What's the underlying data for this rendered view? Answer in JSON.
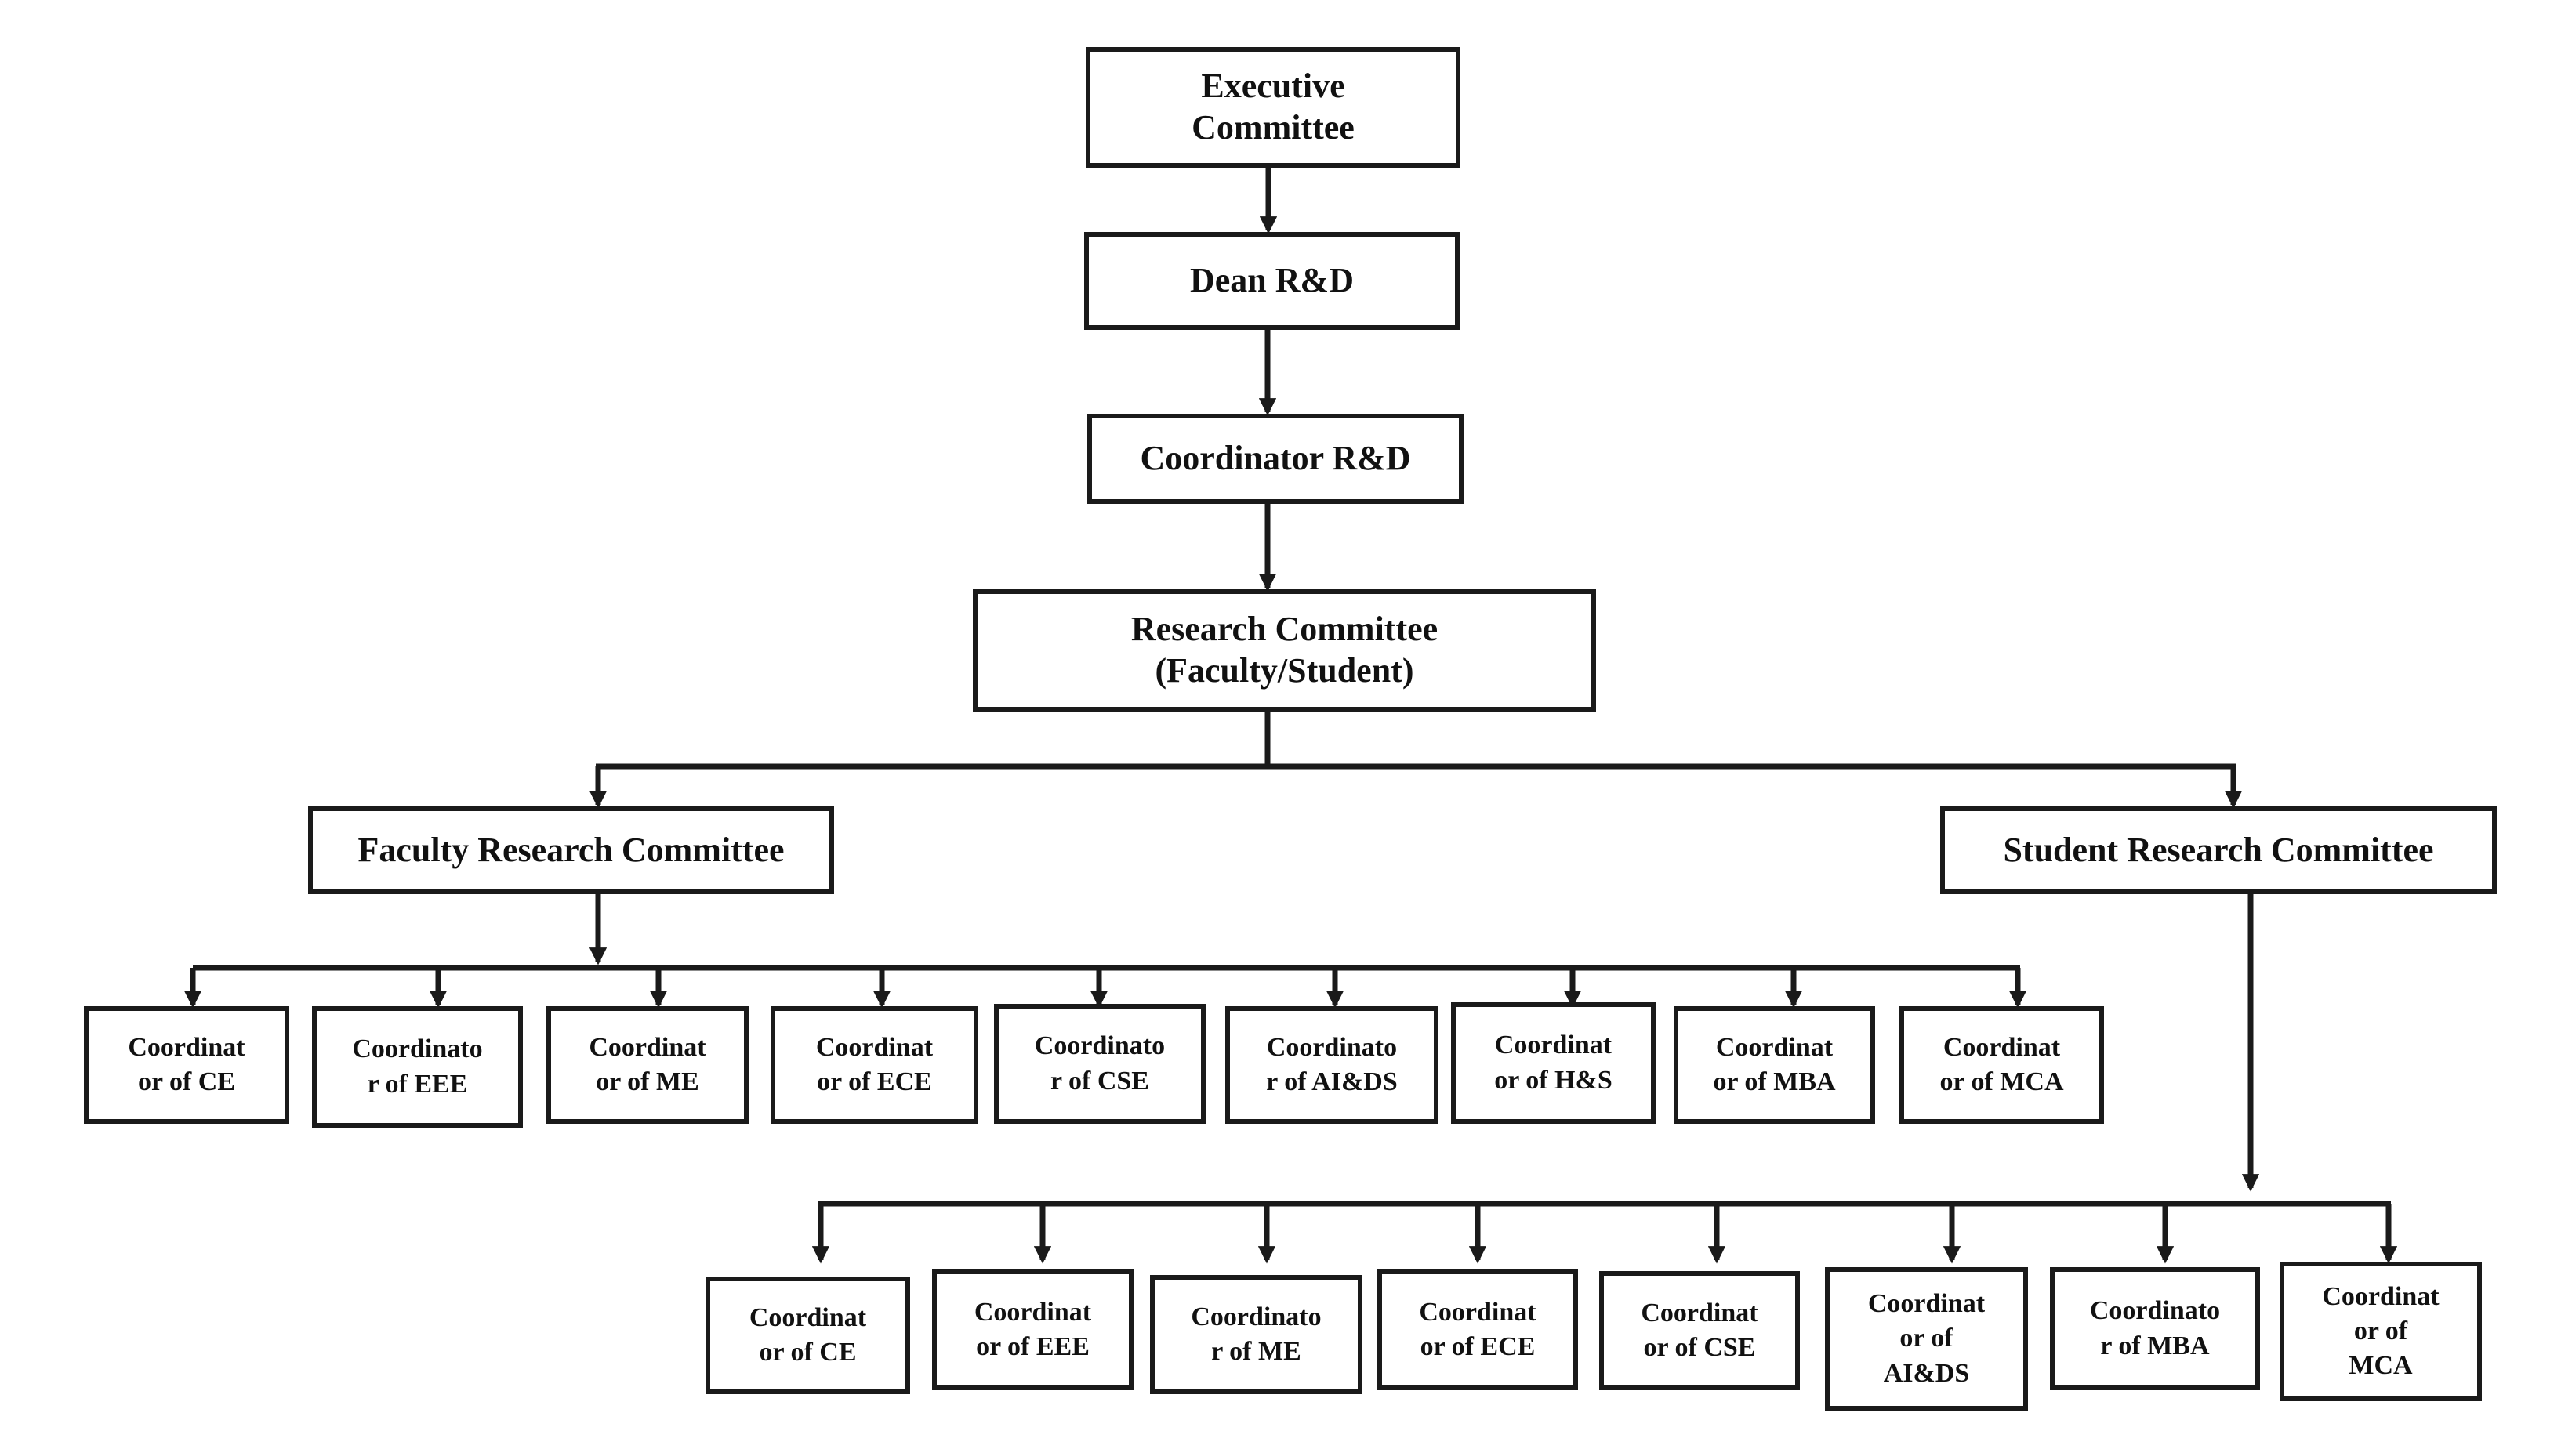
{
  "executive": "Executive\nCommittee",
  "dean": "Dean R&D",
  "coordinator": "Coordinator R&D",
  "research": "Research Committee\n(Faculty/Student)",
  "faculty": "Faculty Research Committee",
  "student": "Student Research Committee",
  "faculty_coords": [
    "Coordinat\nor of CE",
    "Coordinato\nr of EEE",
    "Coordinat\nor of ME",
    "Coordinat\nor of ECE",
    "Coordinato\nr of CSE",
    "Coordinato\nr of AI&DS",
    "Coordinat\nor of H&S",
    "Coordinat\nor of MBA",
    "Coordinat\nor of MCA"
  ],
  "student_coords": [
    "Coordinat\nor of CE",
    "Coordinat\nor of EEE",
    "Coordinato\nr of ME",
    "Coordinat\nor of ECE",
    "Coordinat\nor of CSE",
    "Coordinat\nor of\nAI&DS",
    "Coordinato\nr of MBA",
    "Coordinat\nor of\nMCA"
  ]
}
